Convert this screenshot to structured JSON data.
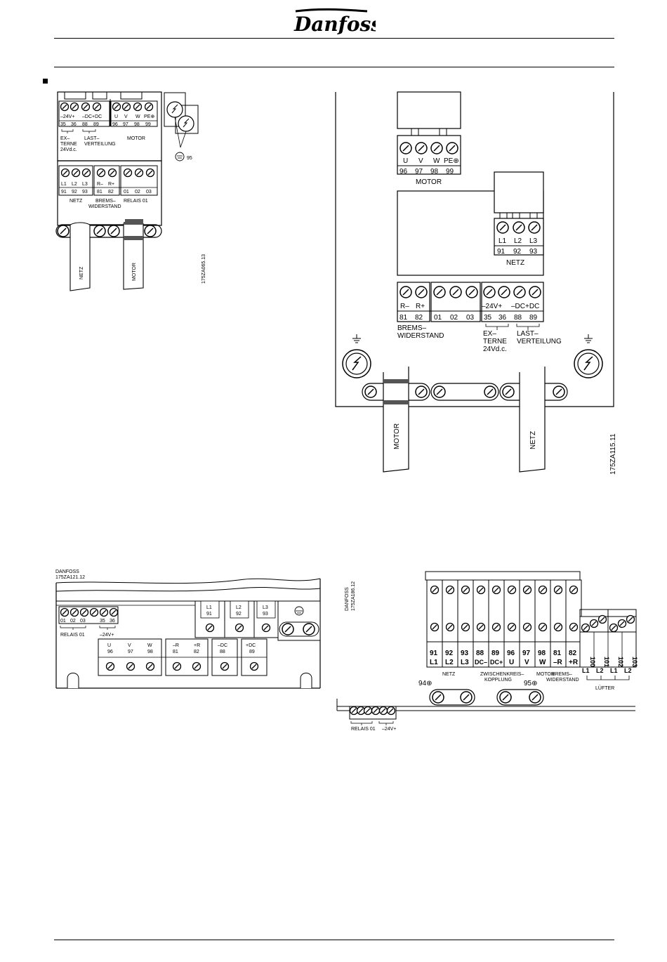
{
  "brand": "Danfoss",
  "fig1": {
    "top_codes": [
      "–24V+",
      "–DC+DC",
      "U",
      "V",
      "W",
      "PE⊕"
    ],
    "top_nums": [
      "35",
      "36",
      "88",
      "89",
      "96",
      "97",
      "98",
      "99"
    ],
    "externe": [
      "EX–",
      "TERNE",
      "24Vd.c."
    ],
    "last": [
      "LAST–",
      "VERTEILUNG"
    ],
    "motor": "MOTOR",
    "pe_num": "95",
    "bottom_codes": [
      "L1",
      "L2",
      "L3",
      "R–",
      "R+"
    ],
    "bottom_nums": [
      "91",
      "92",
      "93",
      "81",
      "82",
      "01",
      "02",
      "03"
    ],
    "netz": "NETZ",
    "brems": [
      "BREMS–",
      "WIDERSTAND"
    ],
    "relais": "RELAIS 01",
    "cable_netz": "NETZ",
    "cable_motor": "MOTOR",
    "code": "175ZA065.13"
  },
  "fig2": {
    "motor_codes": [
      "U",
      "V",
      "W",
      "PE⊕"
    ],
    "motor_nums": [
      "96",
      "97",
      "98",
      "99"
    ],
    "motor_label": "MOTOR",
    "netz_codes": [
      "L1",
      "L2",
      "L3"
    ],
    "netz_nums": [
      "91",
      "92",
      "93"
    ],
    "netz_label": "NETZ",
    "lower_codes": [
      "R–",
      "R+",
      "–24V+",
      "–DC+DC"
    ],
    "lower_nums": [
      "81",
      "82",
      "01",
      "02",
      "03",
      "35",
      "36",
      "88",
      "89"
    ],
    "brems": [
      "BREMS–",
      "WIDERSTAND"
    ],
    "externe": [
      "EX–",
      "TERNE",
      "24Vd.c."
    ],
    "last": [
      "LAST–",
      "VERTEILUNG"
    ],
    "cable_motor": "MOTOR",
    "cable_netz": "NETZ",
    "code": "175ZA115.11"
  },
  "fig3": {
    "code": [
      "DANFOSS",
      "175ZA121.12"
    ],
    "relay_nums": [
      "01",
      "02",
      "03",
      "35",
      "36"
    ],
    "relais": "RELAIS 01",
    "v24": "–24V+",
    "netz_codes": [
      "L1",
      "L2",
      "L3"
    ],
    "netz_nums": [
      "91",
      "92",
      "93"
    ],
    "codes": [
      "U",
      "V",
      "W",
      "–R",
      "+R",
      "–DC",
      "+DC"
    ],
    "nums": [
      "96",
      "97",
      "98",
      "81",
      "82",
      "88",
      "89"
    ]
  },
  "fig4": {
    "code": [
      "DANFOSS",
      "175ZA186.12"
    ],
    "nums": [
      "91",
      "92",
      "93",
      "88",
      "89",
      "96",
      "97",
      "98",
      "81",
      "82"
    ],
    "codes": [
      "L1",
      "L2",
      "L3",
      "DC–",
      "DC+",
      "U",
      "V",
      "W",
      "–R",
      "+R"
    ],
    "fan_nums": [
      "100",
      "101",
      "102",
      "103"
    ],
    "fan_codes": [
      "L1",
      "L2",
      "L1",
      "L2"
    ],
    "netz": "NETZ",
    "zwischen": [
      "ZWISCHENKREIS–",
      "KOPPLUNG"
    ],
    "motor": "MOTOR",
    "brems": [
      "BREMS–",
      "WIDERSTAND"
    ],
    "luefter": "LÜFTER",
    "pe94": "94⊕",
    "pe95": "95⊕",
    "relais": "RELAIS 01",
    "v24": "–24V+"
  }
}
